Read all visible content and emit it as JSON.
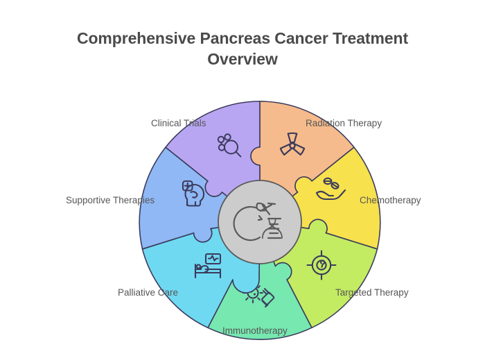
{
  "page": {
    "background_color": "#ffffff",
    "title_lines": [
      "Comprehensive Pancreas Cancer Treatment",
      "Overview"
    ],
    "title_color": "#4a4a4a"
  },
  "hub": {
    "name": "pancreas-cancer-core",
    "icon": "pancreas-dna-icon",
    "fill_color": "#cccccc",
    "stroke_color": "#5a5a5a"
  },
  "wheel": {
    "type": "puzzle-wheel",
    "segment_count": 7,
    "outline_color": "#3b3b5c",
    "segments": [
      {
        "id": "radiation-therapy",
        "label": "Radiation Therapy",
        "icon": "radiation-trefoil-icon",
        "color": "#f6bb8c",
        "label_position": "top-right"
      },
      {
        "id": "chemotherapy",
        "label": "Chemotherapy",
        "icon": "hand-pills-icon",
        "color": "#f7e14c",
        "label_position": "right"
      },
      {
        "id": "targeted-therapy",
        "label": "Targeted Therapy",
        "icon": "crosshair-target-icon",
        "color": "#c3ec63",
        "label_position": "bottom-right"
      },
      {
        "id": "immunotherapy",
        "label": "Immunotherapy",
        "icon": "virus-syringe-icon",
        "color": "#76e8b0",
        "label_position": "bottom"
      },
      {
        "id": "palliative-care",
        "label": "Palliative Care",
        "icon": "hospital-bed-monitor-icon",
        "color": "#6fd9f2",
        "label_position": "bottom-left"
      },
      {
        "id": "supportive-therapies",
        "label": "Supportive Therapies",
        "icon": "head-plus-care-icon",
        "color": "#8fb8f5",
        "label_position": "left"
      },
      {
        "id": "clinical-trials",
        "label": "Clinical Trials",
        "icon": "molecule-magnifier-icon",
        "color": "#b9a6f2",
        "label_position": "top-left"
      }
    ]
  },
  "labels": {
    "clinical_trials": "Clinical Trials",
    "radiation_therapy": "Radiation Therapy",
    "supportive_therapies": "Supportive Therapies",
    "chemotherapy": "Chemotherapy",
    "palliative_care": "Palliative Care",
    "targeted_therapy": "Targeted Therapy",
    "immunotherapy": "Immunotherapy"
  }
}
